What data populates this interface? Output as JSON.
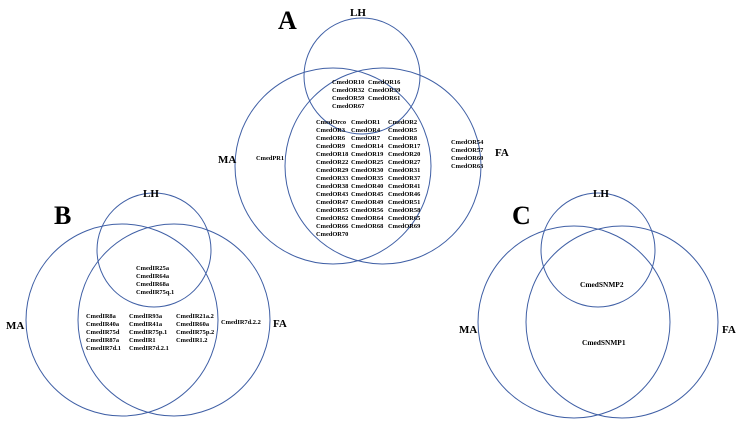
{
  "panels": [
    {
      "letter": "A",
      "sets": [
        "LH",
        "MA",
        "FA"
      ],
      "regions": {
        "lh_ma_fa": [
          "CmedOR10",
          "CmedOR16",
          "CmedOR32",
          "CmedOR39",
          "CmedOR59",
          "CmedOR61",
          "CmedOR67"
        ],
        "ma_only": [
          "CmedPR1"
        ],
        "ma_fa": [
          "CmedOrco",
          "CmedOR1",
          "CmedOR2",
          "CmedOR3",
          "CmedOR4",
          "CmedOR5",
          "CmedOR6",
          "CmedOR7",
          "CmedOR8",
          "CmedOR9",
          "CmedOR14",
          "CmedOR17",
          "CmedOR18",
          "CmedOR19",
          "CmedOR20",
          "CmedOR22",
          "CmedOR25",
          "CmedOR27",
          "CmedOR29",
          "CmedOR30",
          "CmedOR31",
          "CmedOR33",
          "CmedOR35",
          "CmedOR37",
          "CmedOR38",
          "CmedOR40",
          "CmedOR41",
          "CmedOR43",
          "CmedOR45",
          "CmedOR46",
          "CmedOR47",
          "CmedOR49",
          "CmedOR51",
          "CmedOR55",
          "CmedOR56",
          "CmedOR58",
          "CmedOR62",
          "CmedOR64",
          "CmedOR65",
          "CmedOR66",
          "CmedOR68",
          "CmedOR69",
          "CmedOR70"
        ],
        "fa_only": [
          "CmedOR54",
          "CmedOR57",
          "CmedOR60",
          "CmedOR63"
        ]
      }
    },
    {
      "letter": "B",
      "sets": [
        "LH",
        "MA",
        "FA"
      ],
      "regions": {
        "lh_ma_fa": [
          "CmedIR25a",
          "CmedIR64a",
          "CmedIR68a",
          "CmedIR75q.1"
        ],
        "ma_fa": [
          "CmedIR8a",
          "CmedIR93a",
          "CmedIR21a.2",
          "CmedIR40a",
          "CmedIR41a",
          "CmedIR60a",
          "CmedIR75d",
          "CmedIR75p.1",
          "CmedIR75p.2",
          "CmedIR87a",
          "CmedIR1",
          "CmedIR1.2",
          "CmedIR7d.1",
          "CmedIR7d.2.1"
        ],
        "fa_only": [
          "CmedIR7d.2.2"
        ]
      }
    },
    {
      "letter": "C",
      "sets": [
        "LH",
        "MA",
        "FA"
      ],
      "regions": {
        "lh_ma_fa": [
          "CmedSNMP2"
        ],
        "ma_fa": [
          "CmedSNMP1"
        ]
      }
    }
  ]
}
